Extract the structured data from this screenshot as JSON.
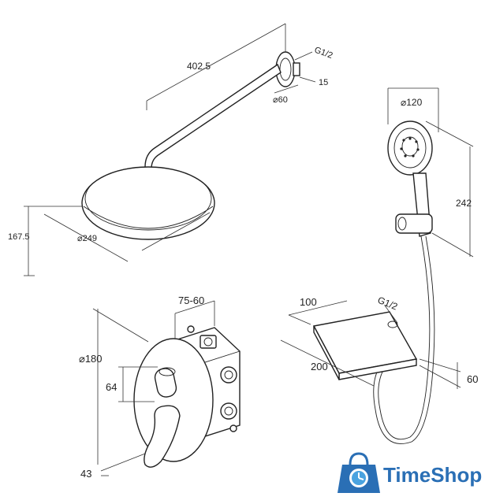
{
  "dimensions": {
    "arm_length": "402.5",
    "connection_thread": "G1/2",
    "flange_depth": "15",
    "flange_diameter": "⌀60",
    "head_height": "167.5",
    "head_diameter": "⌀249",
    "hand_diameter": "⌀120",
    "hand_length": "242",
    "mixer_depth": "75-60",
    "mixer_plate_diameter": "⌀180",
    "knob_height": "64",
    "lever_depth": "43",
    "shelf_width": "100",
    "shelf_thread": "G1/2",
    "shelf_length": "200",
    "shelf_height": "60"
  },
  "logo": {
    "brand": "TimeShop",
    "colors": {
      "primary": "#2a6fb5",
      "accent": "#4aa3e0"
    }
  }
}
